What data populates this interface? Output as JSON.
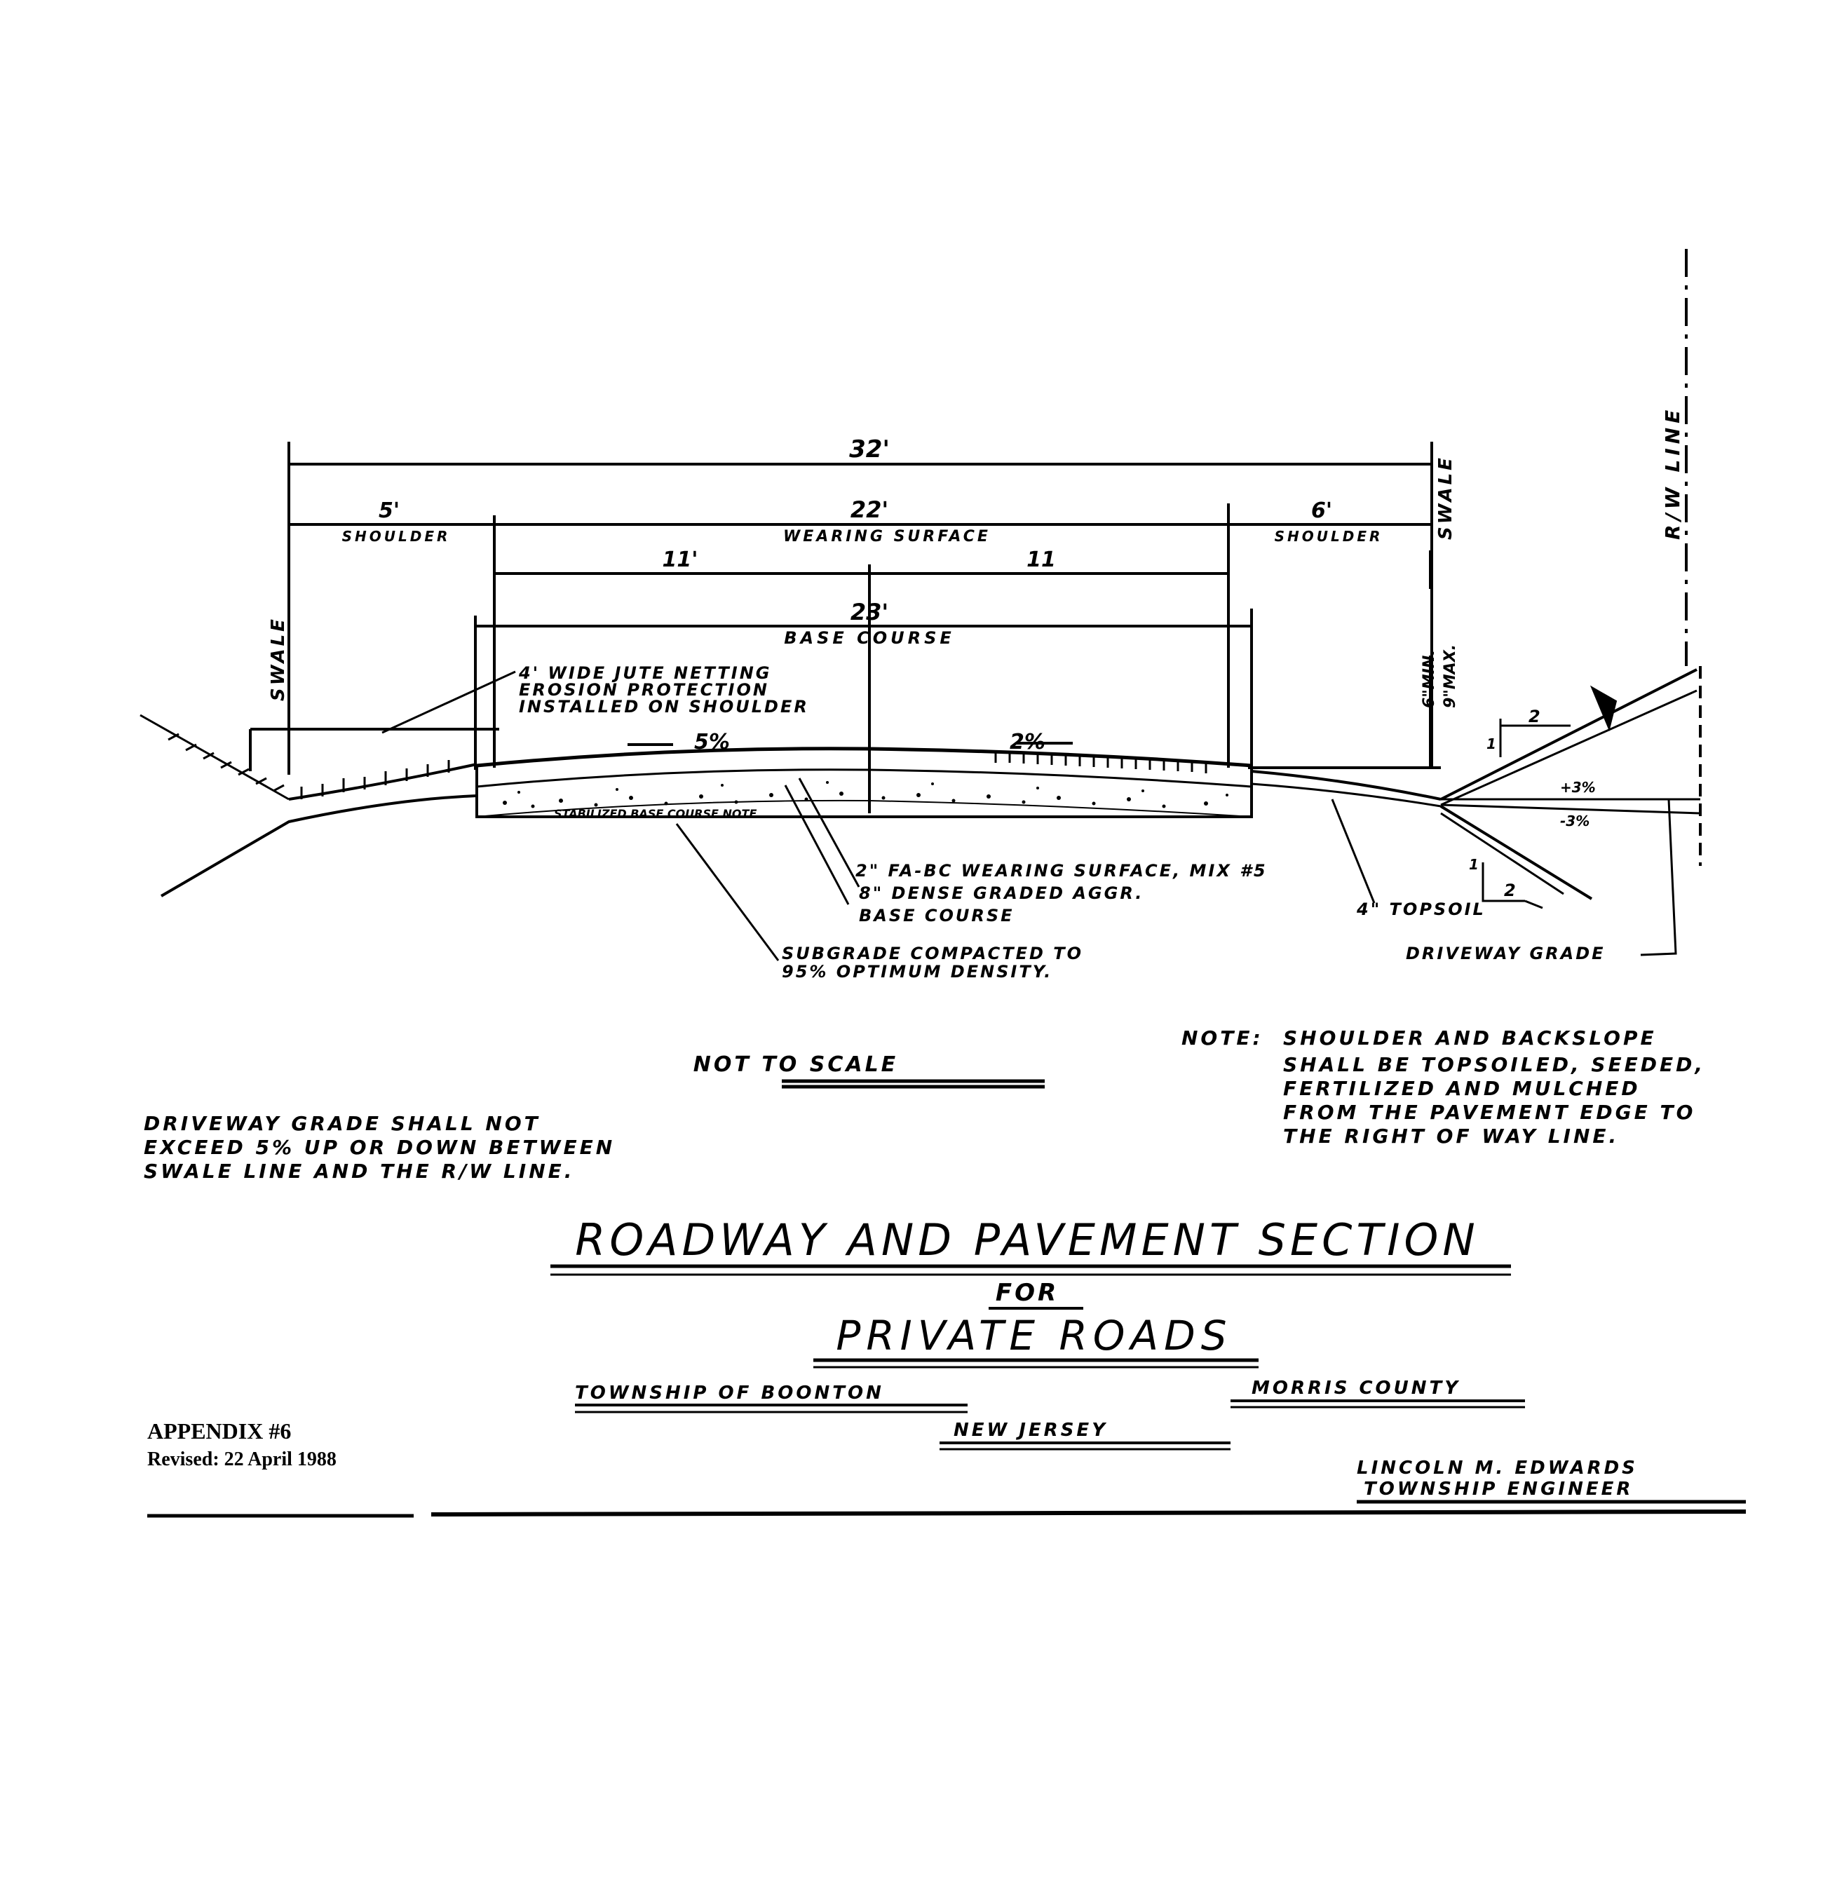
{
  "dimensions": {
    "overall": "32'",
    "shoulder_left": "5'",
    "shoulder_left_label": "SHOULDER",
    "wearing_surface": "22'",
    "wearing_surface_label": "WEARING SURFACE",
    "shoulder_right": "6'",
    "shoulder_right_label": "SHOULDER",
    "half_left": "11'",
    "half_right": "11",
    "base": "23'",
    "base_label": "BASE COURSE",
    "swale_left": "SWALE",
    "swale_right": "SWALE",
    "depth_min": "6\"MIN.",
    "depth_max": "9\"MAX."
  },
  "slopes": {
    "left": "5%",
    "right": "2%",
    "right_up": "+3%",
    "right_down": "-3%",
    "ratio_top": "2",
    "ratio_top_side": "1",
    "ratio_bottom": "2",
    "ratio_bottom_side": "1"
  },
  "callouts": {
    "jute_netting": [
      "4' WIDE JUTE NETTING",
      "EROSION PROTECTION",
      "INSTALLED ON SHOULDER"
    ],
    "wearing_course": "2\" FA-BC WEARING SURFACE, MIX #5",
    "base_course": [
      "8\" DENSE GRADED AGGR.",
      "BASE COURSE"
    ],
    "subgrade": [
      "SUBGRADE COMPACTED TO",
      "95% OPTIMUM DENSITY."
    ],
    "topsoil": "4\" TOPSOIL",
    "driveway_grade": "DRIVEWAY GRADE",
    "rw_line": "R/W LINE",
    "stabilized_note": "STABILIZED BASE COURSE NOTE"
  },
  "notes": {
    "not_to_scale": "NOT TO SCALE",
    "note_label": "NOTE:",
    "note_lines": [
      "SHOULDER AND BACKSLOPE",
      "SHALL BE TOPSOILED, SEEDED,",
      "FERTILIZED AND MULCHED",
      "FROM THE PAVEMENT EDGE TO",
      "THE RIGHT OF WAY LINE."
    ],
    "driveway_lines": [
      "DRIVEWAY GRADE SHALL NOT",
      "EXCEED 5% UP OR DOWN BETWEEN",
      "SWALE LINE AND THE R/W LINE."
    ]
  },
  "title_block": {
    "title": "ROADWAY AND PAVEMENT SECTION",
    "for": "FOR",
    "subtitle": "PRIVATE ROADS",
    "township": "TOWNSHIP OF BOONTON",
    "county": "MORRIS COUNTY",
    "state": "NEW JERSEY",
    "appendix": "APPENDIX #6",
    "revised": "Revised: 22 April 1988",
    "engineer_name": "LINCOLN M. EDWARDS",
    "engineer_title": "TOWNSHIP ENGINEER"
  }
}
